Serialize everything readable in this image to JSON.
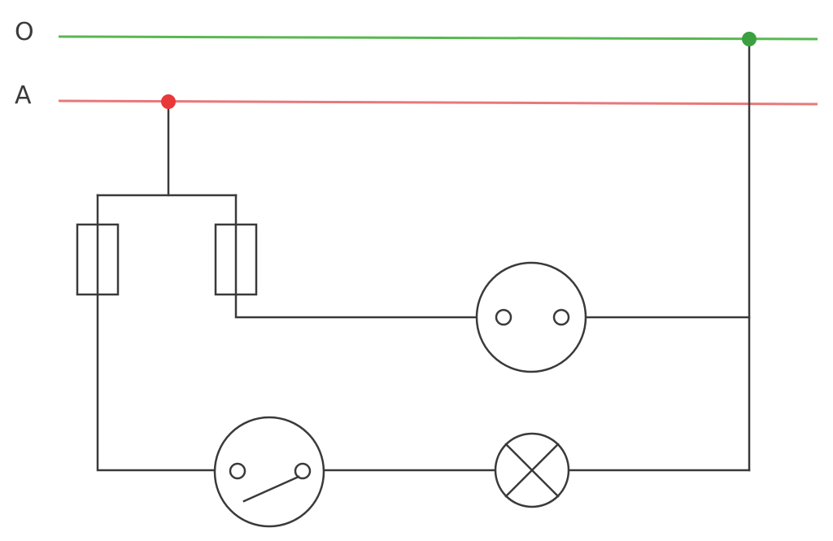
{
  "rails": {
    "neutral": {
      "label": "O",
      "color": "#58b850"
    },
    "phase": {
      "label": "A",
      "color": "#e8787a"
    }
  },
  "nodes": {
    "phase_tap_color": "#e83838",
    "neutral_tap_color": "#3aa040"
  },
  "components": [
    "fuse",
    "fuse",
    "socket",
    "switch",
    "lamp"
  ],
  "colors": {
    "wire": "#3a3a3a",
    "background": "#ffffff"
  }
}
